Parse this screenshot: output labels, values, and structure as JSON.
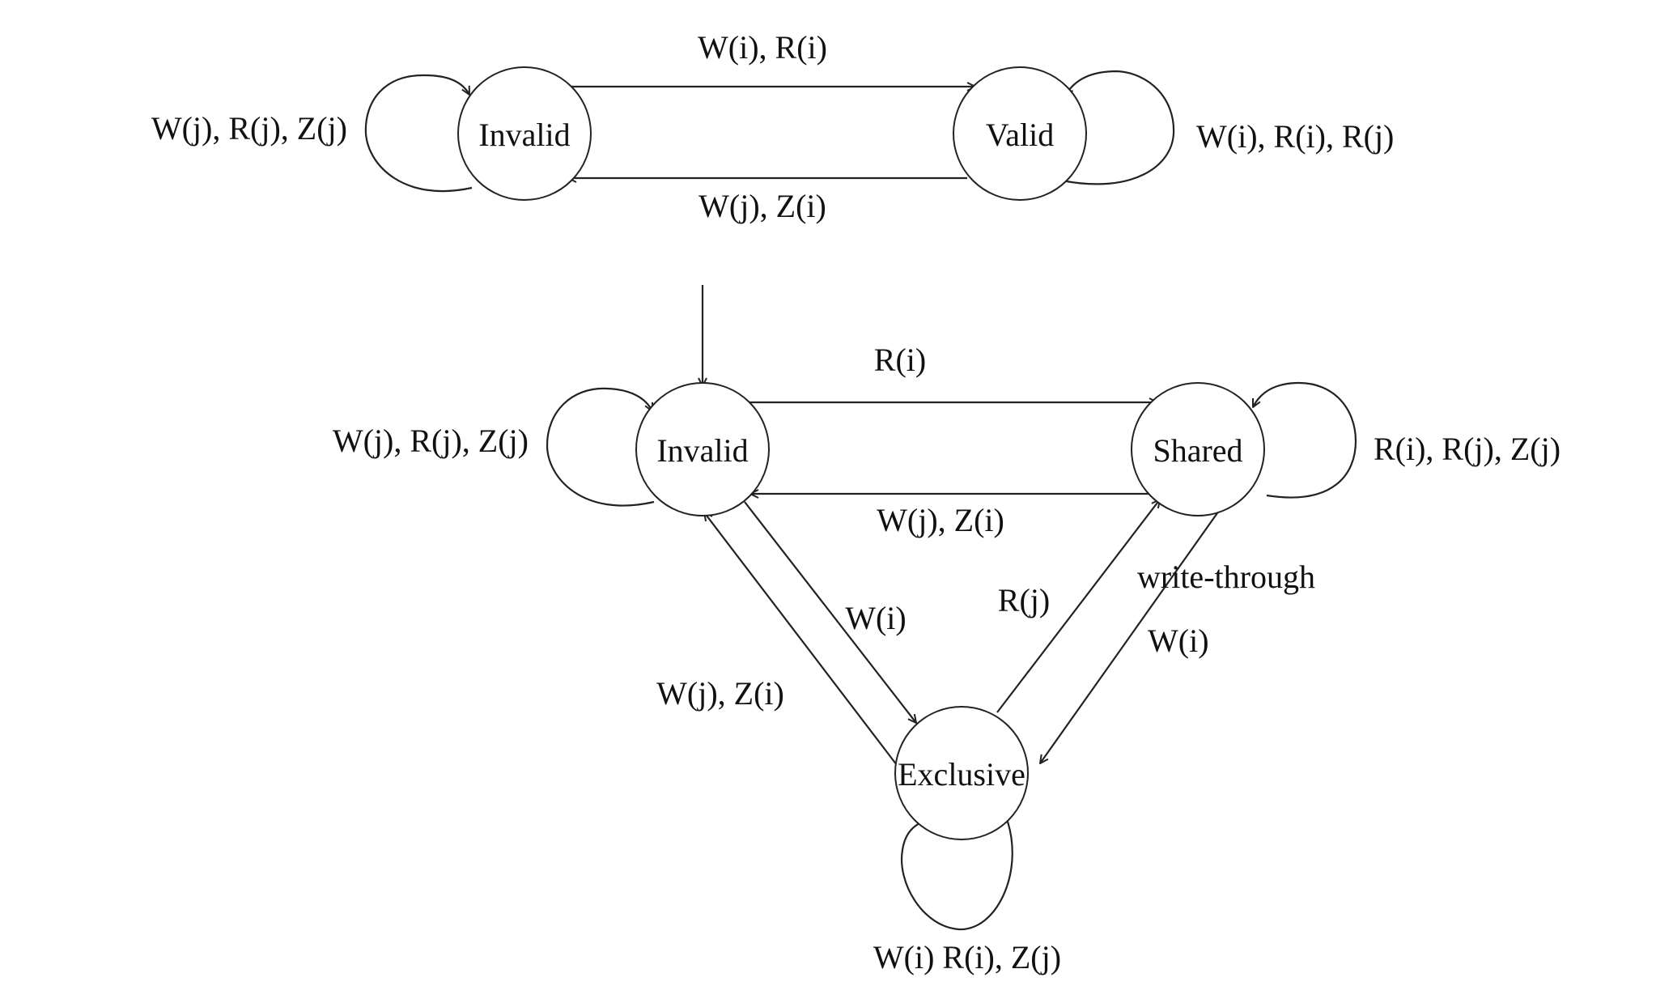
{
  "diagram": {
    "top": {
      "states": {
        "invalid": "Invalid",
        "valid": "Valid"
      },
      "labels": {
        "invalid_to_valid": "W(i), R(i)",
        "valid_to_invalid": "W(j), Z(i)",
        "invalid_self": "W(j), R(j), Z(j)",
        "valid_self": "W(i), R(i), R(j)"
      }
    },
    "bottom": {
      "states": {
        "invalid": "Invalid",
        "shared": "Shared",
        "exclusive": "Exclusive"
      },
      "labels": {
        "invalid_to_shared": "R(i)",
        "shared_to_invalid": "W(j), Z(i)",
        "invalid_self": "W(j), R(j), Z(j)",
        "shared_self": "R(i), R(j), Z(j)",
        "invalid_to_exclusive": "W(i)",
        "exclusive_to_invalid": "W(j), Z(i)",
        "exclusive_to_shared": "R(j)",
        "shared_to_exclusive_note": "write-through",
        "shared_to_exclusive": "W(i)",
        "exclusive_self": "W(i) R(i), Z(j)"
      }
    }
  }
}
